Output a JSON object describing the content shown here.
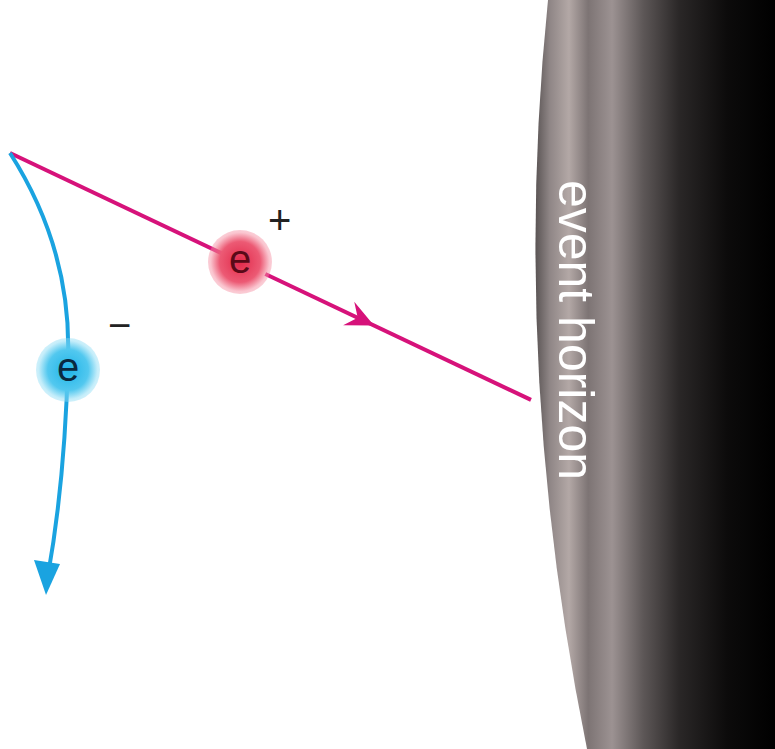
{
  "diagram": {
    "nodes": [
      {
        "text": [
          "e",
          "+"
        ]
      },
      {
        "text": [
          "e",
          "−"
        ]
      },
      {
        "text": [
          "event horizon"
        ]
      }
    ],
    "edges": [
      {
        "from": 0,
        "to": 2,
        "arrow": "to"
      }
    ]
  }
}
